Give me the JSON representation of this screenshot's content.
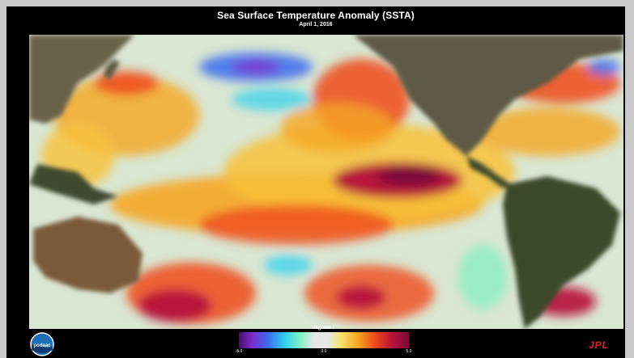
{
  "title": "Sea Surface Temperature Anomaly (SSTA)",
  "subtitle": "April 1, 2016",
  "legend": {
    "label": "degrees F",
    "ticks": [
      "-5.0",
      "0.0",
      "5.0"
    ],
    "range": [
      -5.0,
      5.0
    ],
    "colors": {
      "cold": "#4a0a6e",
      "cool": "#2fd0f0",
      "neutral": "#e6e6e6",
      "warm": "#f5a623",
      "hot": "#b8123a"
    }
  },
  "logos": {
    "left": "podaac",
    "right": "JPL"
  },
  "colors": {
    "background": "#000000",
    "land": "#4a4a3a",
    "accent_red": "#e02020"
  }
}
